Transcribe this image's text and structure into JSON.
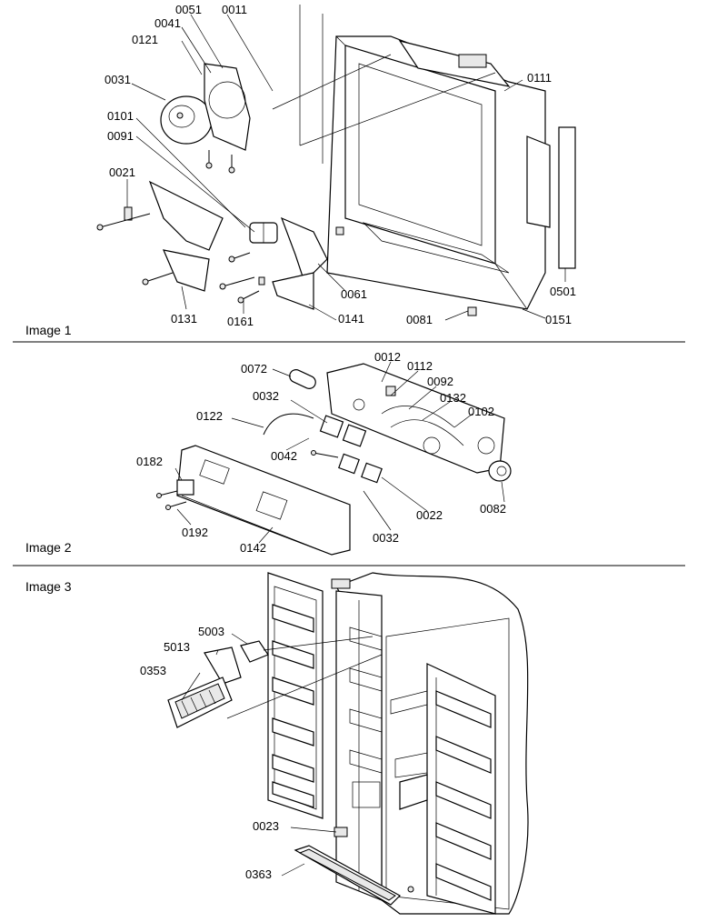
{
  "panels": [
    {
      "title": "Image 1",
      "callouts": [
        "0051",
        "0011",
        "0041",
        "0121",
        "0031",
        "0101",
        "0091",
        "0021",
        "0111",
        "0501",
        "0061",
        "0131",
        "0161",
        "0141",
        "0081",
        "0151"
      ]
    },
    {
      "title": "Image 2",
      "callouts": [
        "0072",
        "0012",
        "0112",
        "0092",
        "0032",
        "0132",
        "0122",
        "0102",
        "0042",
        "0182",
        "0022",
        "0082",
        "0192",
        "0142",
        "0032"
      ]
    },
    {
      "title": "Image 3",
      "callouts": [
        "5003",
        "5013",
        "0353",
        "0023",
        "0363"
      ]
    }
  ],
  "icons": [
    "ice-bucket-motor",
    "auger-motor",
    "ice-crusher-housing",
    "control-bracket",
    "dispenser-panel",
    "drip-tray",
    "fridge-cabinet"
  ]
}
